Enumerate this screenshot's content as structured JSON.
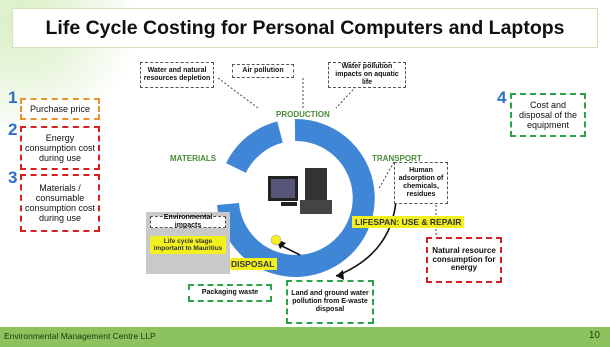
{
  "title": "Life Cycle Costing for Personal Computers and Laptops",
  "footer": {
    "organization": "Environmental Management Centre LLP",
    "page_number": "10"
  },
  "cost_items": [
    {
      "number": "1",
      "label": "Purchase price",
      "color": "#e8912d"
    },
    {
      "number": "2",
      "label": "Energy consumption cost during use",
      "color": "#d62020"
    },
    {
      "number": "3",
      "label": "Materials / consumable consumption cost during use",
      "color": "#d62020"
    },
    {
      "number": "4",
      "label": "Cost and disposal of the equipment",
      "color": "#2aa34a"
    }
  ],
  "diagram": {
    "stages": {
      "production": "PRODUCTION",
      "materials": "MATERIALS",
      "transport": "TRANSPORT",
      "lifespan": "LIFESPAN: USE & REPAIR",
      "disposal": "DISPOSAL"
    },
    "impacts": {
      "water_resources": "Water and natural resources depletion",
      "air_pollution": "Air pollution",
      "water_pollution": "Water pollution impacts on aquatic life",
      "human_adsorption": "Human adsorption of chemicals, residues",
      "natural_resource": "Natural resource consumption for energy",
      "packaging": "Packaging waste",
      "land_water": "Land and ground water pollution from E-waste disposal"
    },
    "legend": {
      "environmental": "Environmental impacts",
      "lifecycle": "Life cycle stage important to Mauritius"
    },
    "colors": {
      "ring": "#3f86d6",
      "highlight": "#f2f01f",
      "stage_text": "#4a8a3a"
    }
  }
}
